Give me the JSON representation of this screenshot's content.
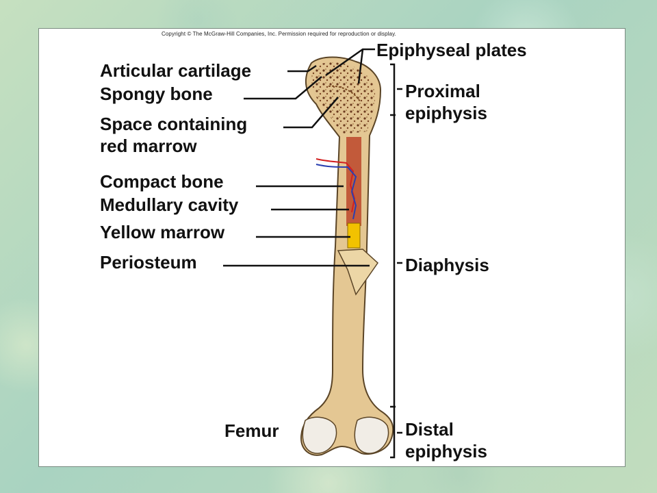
{
  "copyright": "Copyright © The McGraw-Hill Companies, Inc. Permission required for reproduction or display.",
  "labels": {
    "epiphyseal_plates": "Epiphyseal plates",
    "articular_cartilage": "Articular cartilage",
    "spongy_bone": "Spongy bone",
    "space_line1": "Space containing",
    "space_line2": "red marrow",
    "compact_bone": "Compact bone",
    "medullary_cavity": "Medullary cavity",
    "yellow_marrow": "Yellow marrow",
    "periosteum": "Periosteum",
    "femur": "Femur",
    "proximal_line1": "Proximal",
    "proximal_line2": "epiphysis",
    "diaphysis": "Diaphysis",
    "distal_line1": "Distal",
    "distal_line2": "epiphysis"
  },
  "colors": {
    "bone": "#e4c793",
    "bone_outline": "#5a4426",
    "marrow_red": "#b23a2a",
    "marrow_yellow": "#f2c200",
    "artery": "#d22020",
    "vein": "#2a3fb0"
  }
}
